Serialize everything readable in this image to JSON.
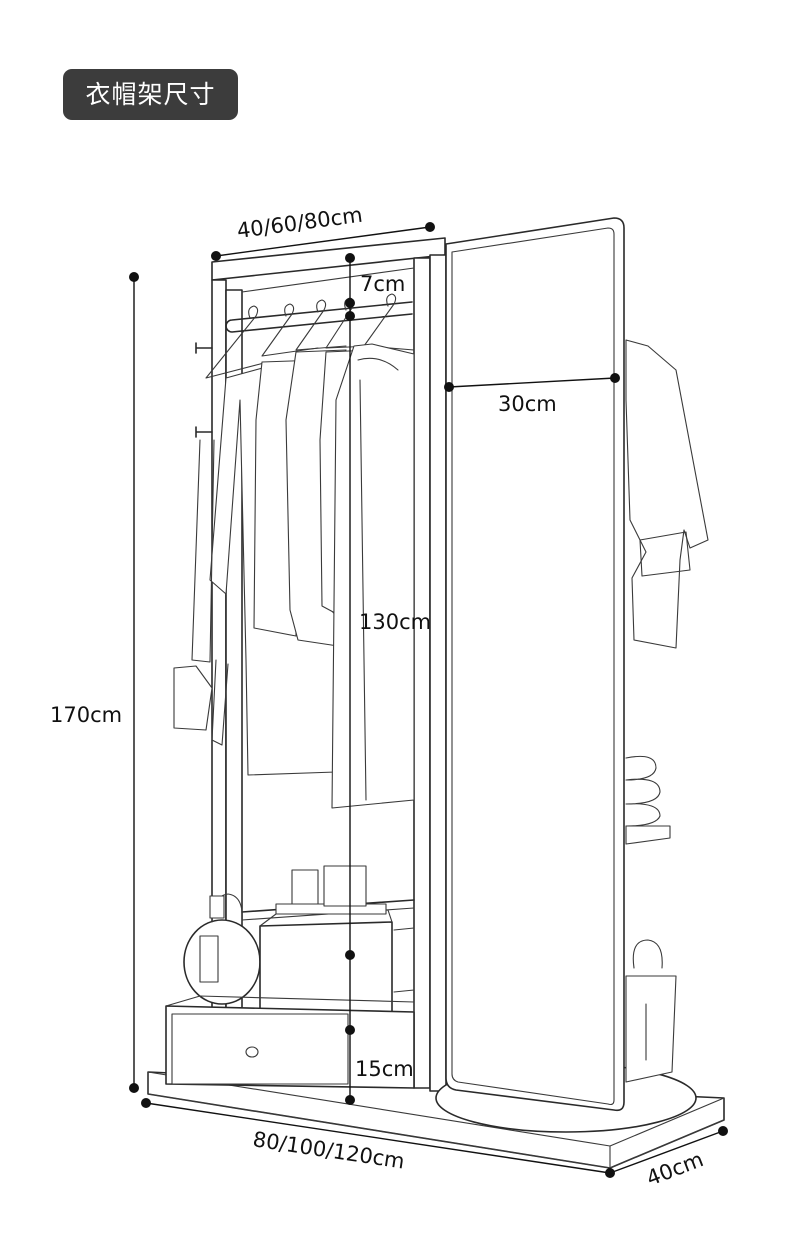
{
  "header": {
    "title": "衣帽架尺寸"
  },
  "dimensions": {
    "top_width": "40/60/80cm",
    "top_gap": "7cm",
    "mirror_width": "30cm",
    "hanging_height": "130cm",
    "total_height": "170cm",
    "base_height": "15cm",
    "base_length": "80/100/120cm",
    "base_depth": "40cm"
  },
  "colors": {
    "badge_bg": "#3c3c3c",
    "badge_text": "#ffffff",
    "line": "#2a2a2a",
    "dimension": "#111111"
  }
}
